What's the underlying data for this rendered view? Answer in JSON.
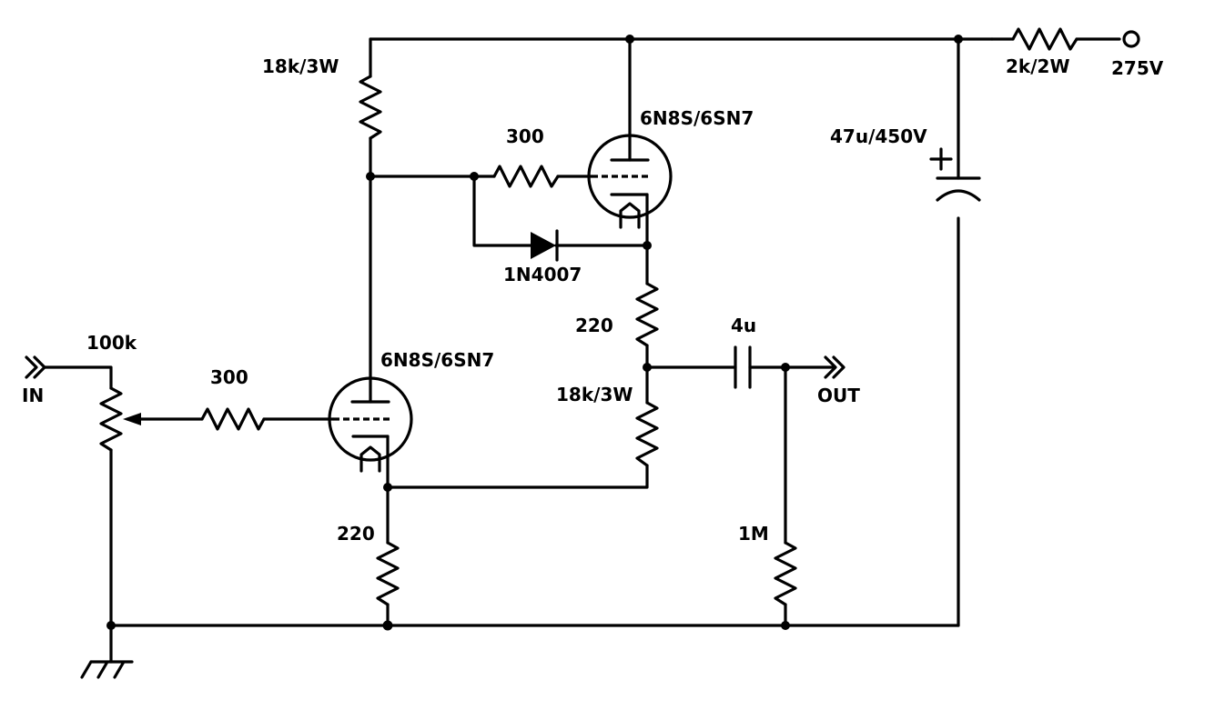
{
  "diagram": {
    "labels": {
      "r_top_left": "18k/3W",
      "r_supply": "2k/2W",
      "supply_voltage": "275V",
      "tube_upper": "6N8S/6SN7",
      "r_grid_upper": "300",
      "cap_supply": "47u/450V",
      "cap_supply_plus": "+",
      "diode": "1N4007",
      "r_cathode_upper": "220",
      "cap_out": "4u",
      "r_load_mid": "18k/3W",
      "output": "OUT",
      "pot": "100k",
      "input": "IN",
      "r_grid_lower": "300",
      "tube_lower": "6N8S/6SN7",
      "r_cathode_lower": "220",
      "r_out": "1M"
    }
  }
}
